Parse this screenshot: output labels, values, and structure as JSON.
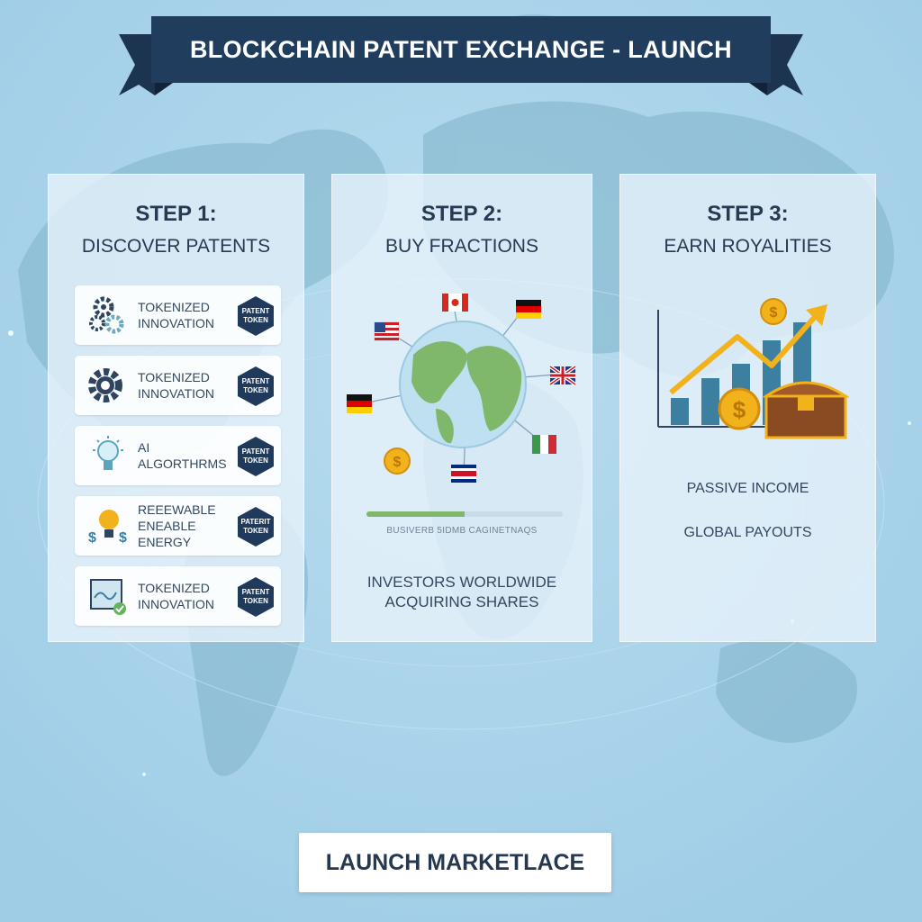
{
  "colors": {
    "background": "#a9d3ea",
    "navy": "#1f3a5a",
    "panel": "#e9f4fb",
    "green_land": "#7fb86a",
    "gold": "#f2b21c"
  },
  "banner": {
    "title": "BLOCKCHAIN PATENT EXCHANGE - LAUNCH"
  },
  "steps": [
    {
      "number": "STEP 1:",
      "title": "DISCOVER PATENTS",
      "cards": [
        {
          "icon": "gears-icon",
          "label": "TOKENIZED\nINNOVATION",
          "token": "PATENT\nTOKEN"
        },
        {
          "icon": "gear-icon",
          "label": "TOKENIZED\nINNOVATION",
          "token": "PATENT\nTOKEN"
        },
        {
          "icon": "lightbulb-icon",
          "label": "AI ALGORTHRMS",
          "token": "PATENT\nTOKEN"
        },
        {
          "icon": "renewable-energy-icon",
          "label": "REEEWABLE\nENEABLE ENERGY",
          "token": "PATERIT\nTOKEN"
        },
        {
          "icon": "blueprint-icon",
          "label": "TOKENIZED\nINNOVATION",
          "token": "PATENT\nTOKEN"
        }
      ]
    },
    {
      "number": "STEP 2:",
      "title": "BUY FRACTIONS",
      "progress": 0.5,
      "progress_caption": "BUSIVERB 5IDMB CAGINETNAQS",
      "investors_line1": "INVESTORS WORLDWIDE",
      "investors_line2": "ACQUIRING SHARES",
      "flags": [
        "us-flag-icon",
        "canada-flag-icon",
        "germany-flag-icon",
        "uk-flag-icon",
        "germany-flag-icon",
        "italy-flag-icon",
        "costa-rica-flag-icon"
      ]
    },
    {
      "number": "STEP 3:",
      "title": "EARN ROYALITIES",
      "benefit1": "PASSIVE INCOME",
      "benefit2": "GLOBAL PAYOUTS"
    }
  ],
  "launch_button": {
    "label": "LAUNCH MARKETLACE"
  }
}
